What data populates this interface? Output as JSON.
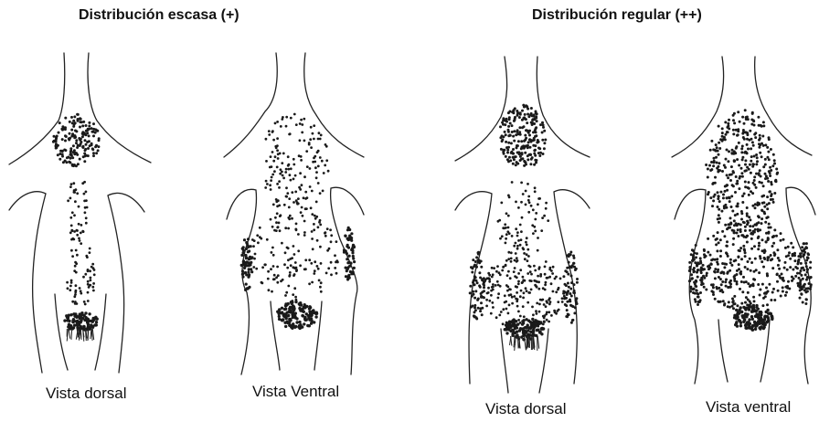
{
  "headings": {
    "scarce": "Distribución escasa (+)",
    "regular": "Distribución regular (++)"
  },
  "figures": [
    {
      "caption": "Vista dorsal"
    },
    {
      "caption": "Vista Ventral"
    },
    {
      "caption": "Vista dorsal"
    },
    {
      "caption": "Vista ventral"
    }
  ]
}
